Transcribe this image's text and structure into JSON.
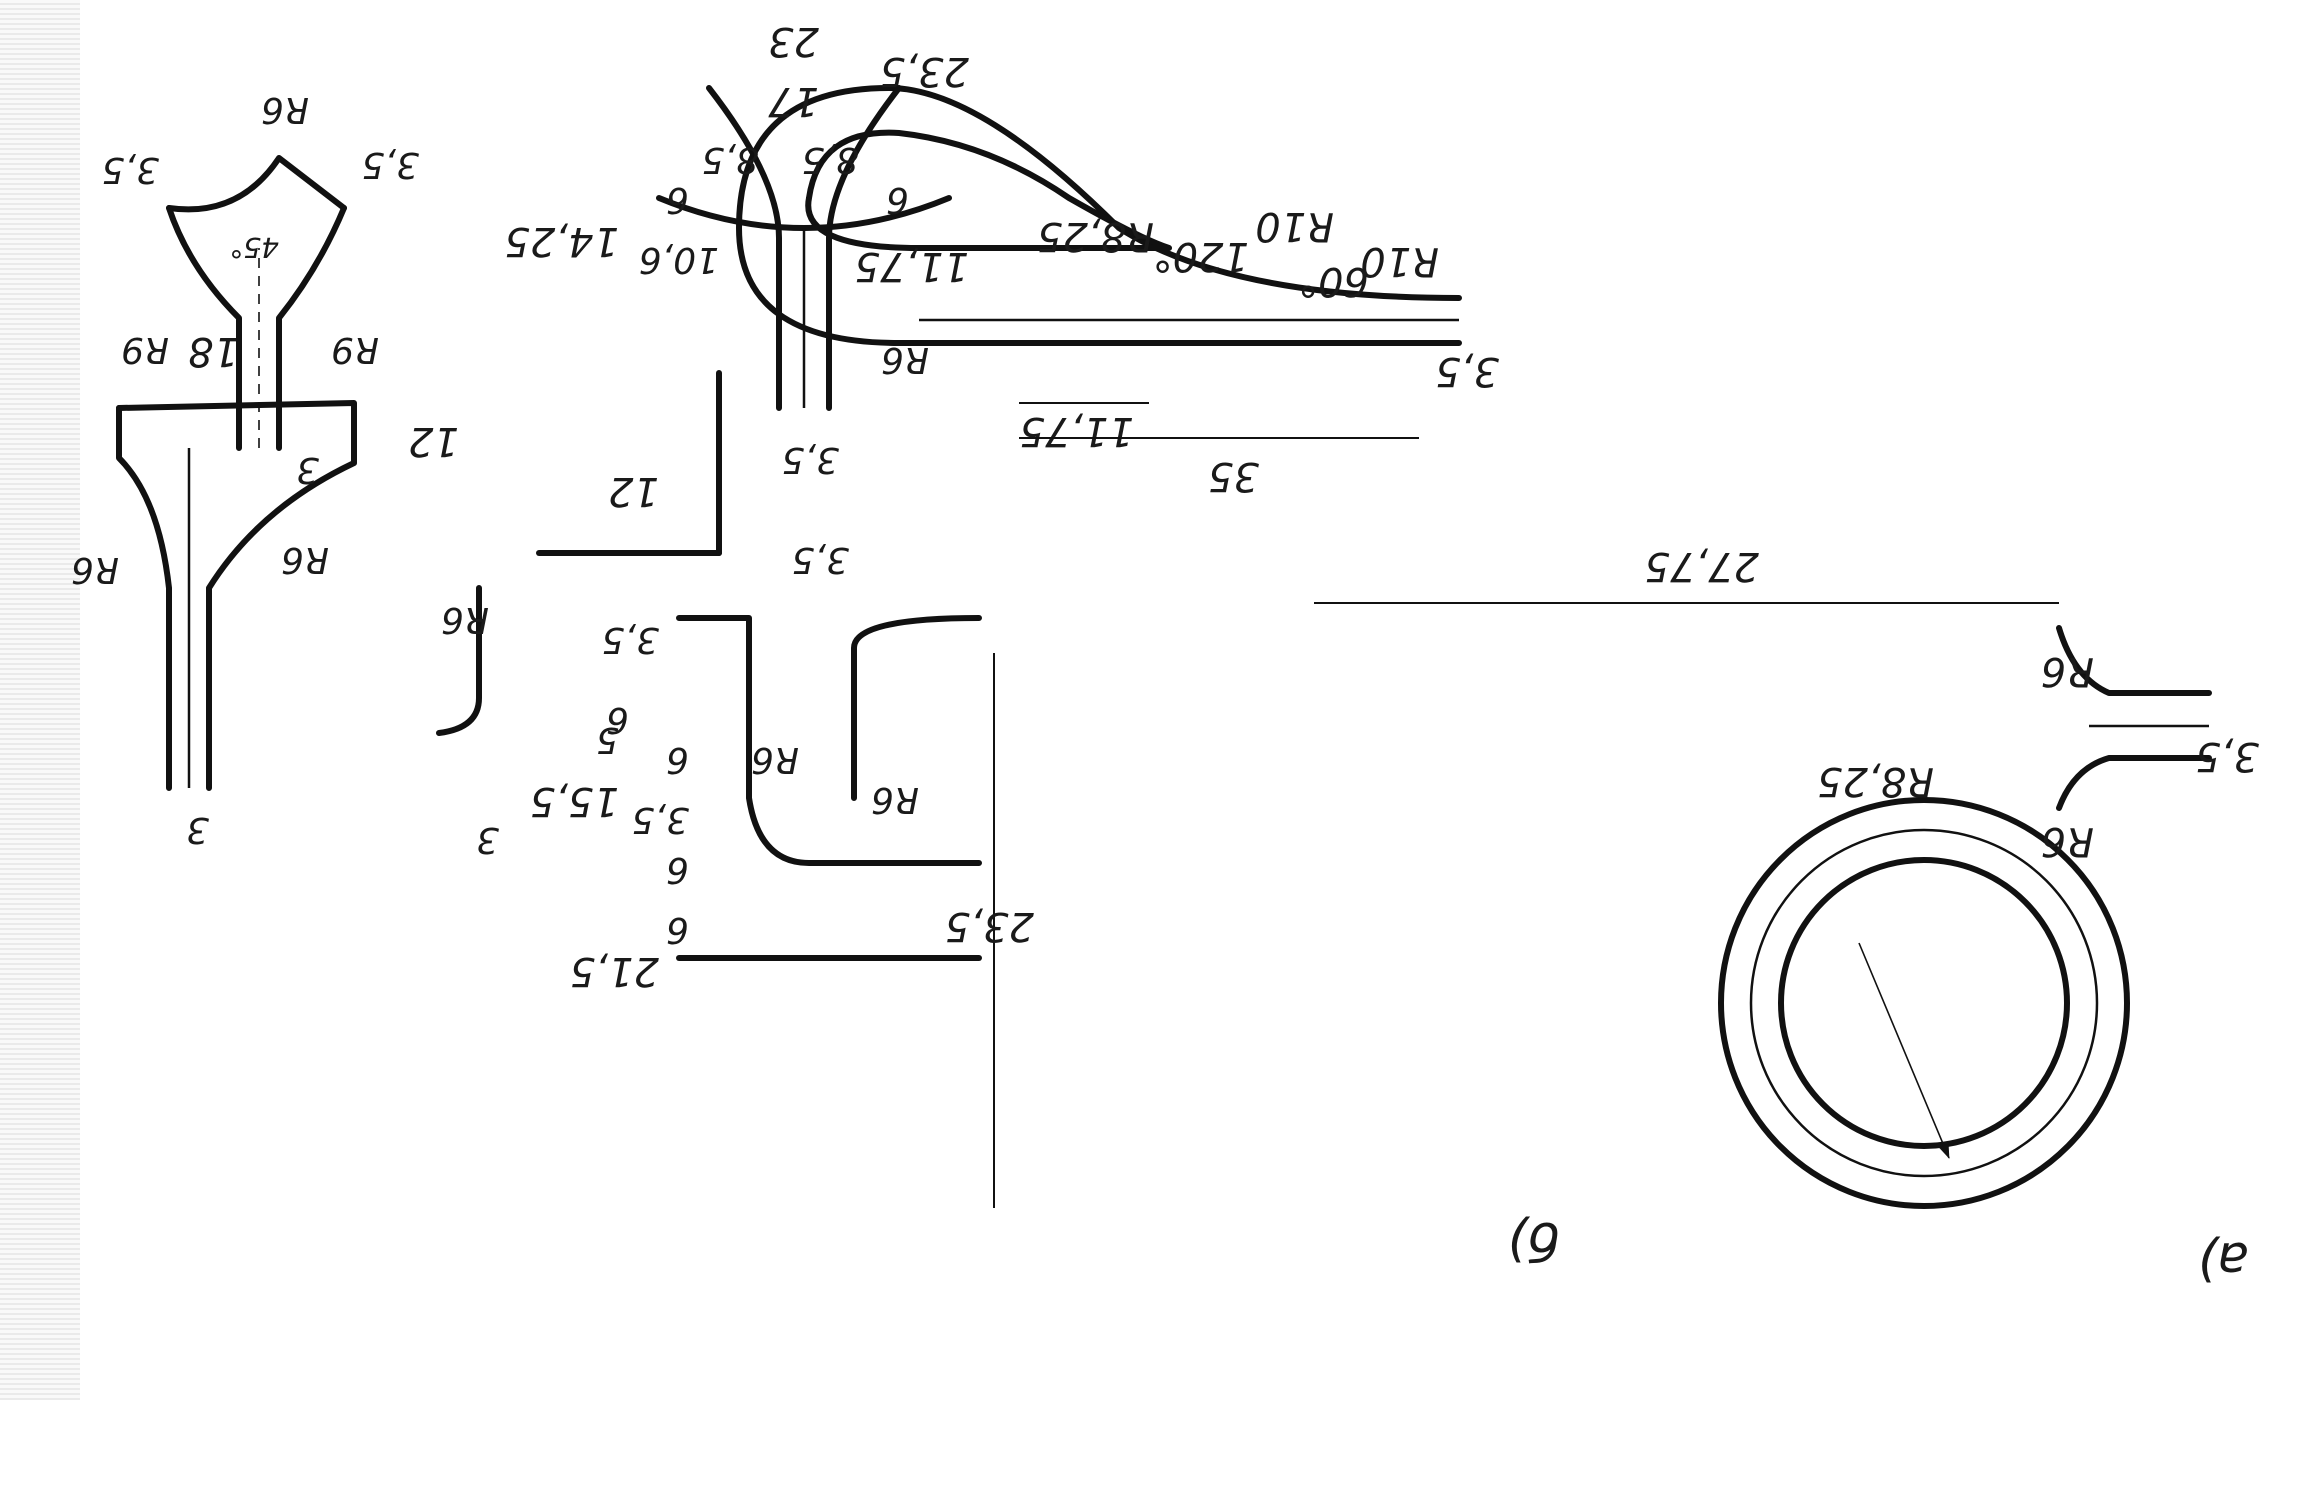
{
  "diagram": {
    "panel_labels": {
      "a": "а)",
      "b": "б)"
    },
    "loop_top": {
      "dims": [
        "27,75",
        "3,5",
        "23,5",
        "R6",
        "R6",
        "R8,25"
      ]
    },
    "teardrop": {
      "dims": [
        "23,5",
        "11,75",
        "R8,25",
        "120°",
        "R10",
        "60°",
        "R10",
        "3,5",
        "11,75",
        "35"
      ]
    },
    "t_junction": {
      "dims": [
        "21,5",
        "6",
        "6",
        "3,5",
        "6",
        "3,5",
        "6",
        "15,5",
        "5",
        "R6",
        "R6",
        "3,5"
      ]
    },
    "y_fork_mid": {
      "dims": [
        "23",
        "17",
        "8,5",
        "8,5",
        "6",
        "6",
        "14,25",
        "10,6",
        "R6",
        "3,5"
      ]
    },
    "corner": {
      "dims": [
        "12",
        "12",
        "R6",
        "3"
      ]
    },
    "funnel": {
      "dims": [
        "18",
        "R6",
        "R6",
        "3"
      ]
    },
    "y_fork_small": {
      "dims": [
        "R6",
        "3,5",
        "3,5",
        "45°",
        "R9",
        "R9",
        "3"
      ]
    }
  }
}
